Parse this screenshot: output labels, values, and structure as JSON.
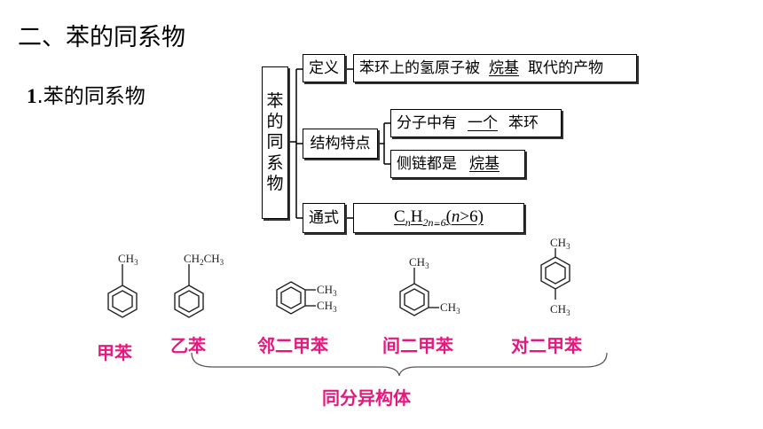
{
  "heading": "二、苯的同系物",
  "subheading": {
    "number": "1",
    "text": ".苯的同系物"
  },
  "diagram": {
    "root_chars": [
      "苯",
      "的",
      "同",
      "系",
      "物"
    ],
    "definition": {
      "label": "定义",
      "text_before": "苯环上的氢原子被",
      "answer": "烷基",
      "text_after": "取代的产物"
    },
    "structure": {
      "label": "结构特点",
      "item1_before": "分子中有",
      "item1_answer": "一个",
      "item1_after": "苯环",
      "item2_before": "侧链都是",
      "item2_answer": "烷基"
    },
    "formula": {
      "label": "通式",
      "c": "C",
      "n1": "n",
      "h": "H",
      "sub": "2n−6",
      "cond_open": "(",
      "cond_n": "n",
      "cond_rest": ">6)"
    }
  },
  "molecules": [
    {
      "name": "甲苯",
      "substituents": [
        "CH3"
      ]
    },
    {
      "name": "乙苯",
      "substituents": [
        "CH2CH3"
      ]
    },
    {
      "name": "邻二甲苯",
      "substituents": [
        "CH3",
        "CH3"
      ]
    },
    {
      "name": "间二甲苯",
      "substituents": [
        "CH3",
        "CH3"
      ]
    },
    {
      "name": "对二甲苯",
      "substituents": [
        "CH3",
        "CH3"
      ]
    }
  ],
  "isomer_label": "同分异构体",
  "colors": {
    "label": "#e8177d",
    "text": "#000000"
  }
}
